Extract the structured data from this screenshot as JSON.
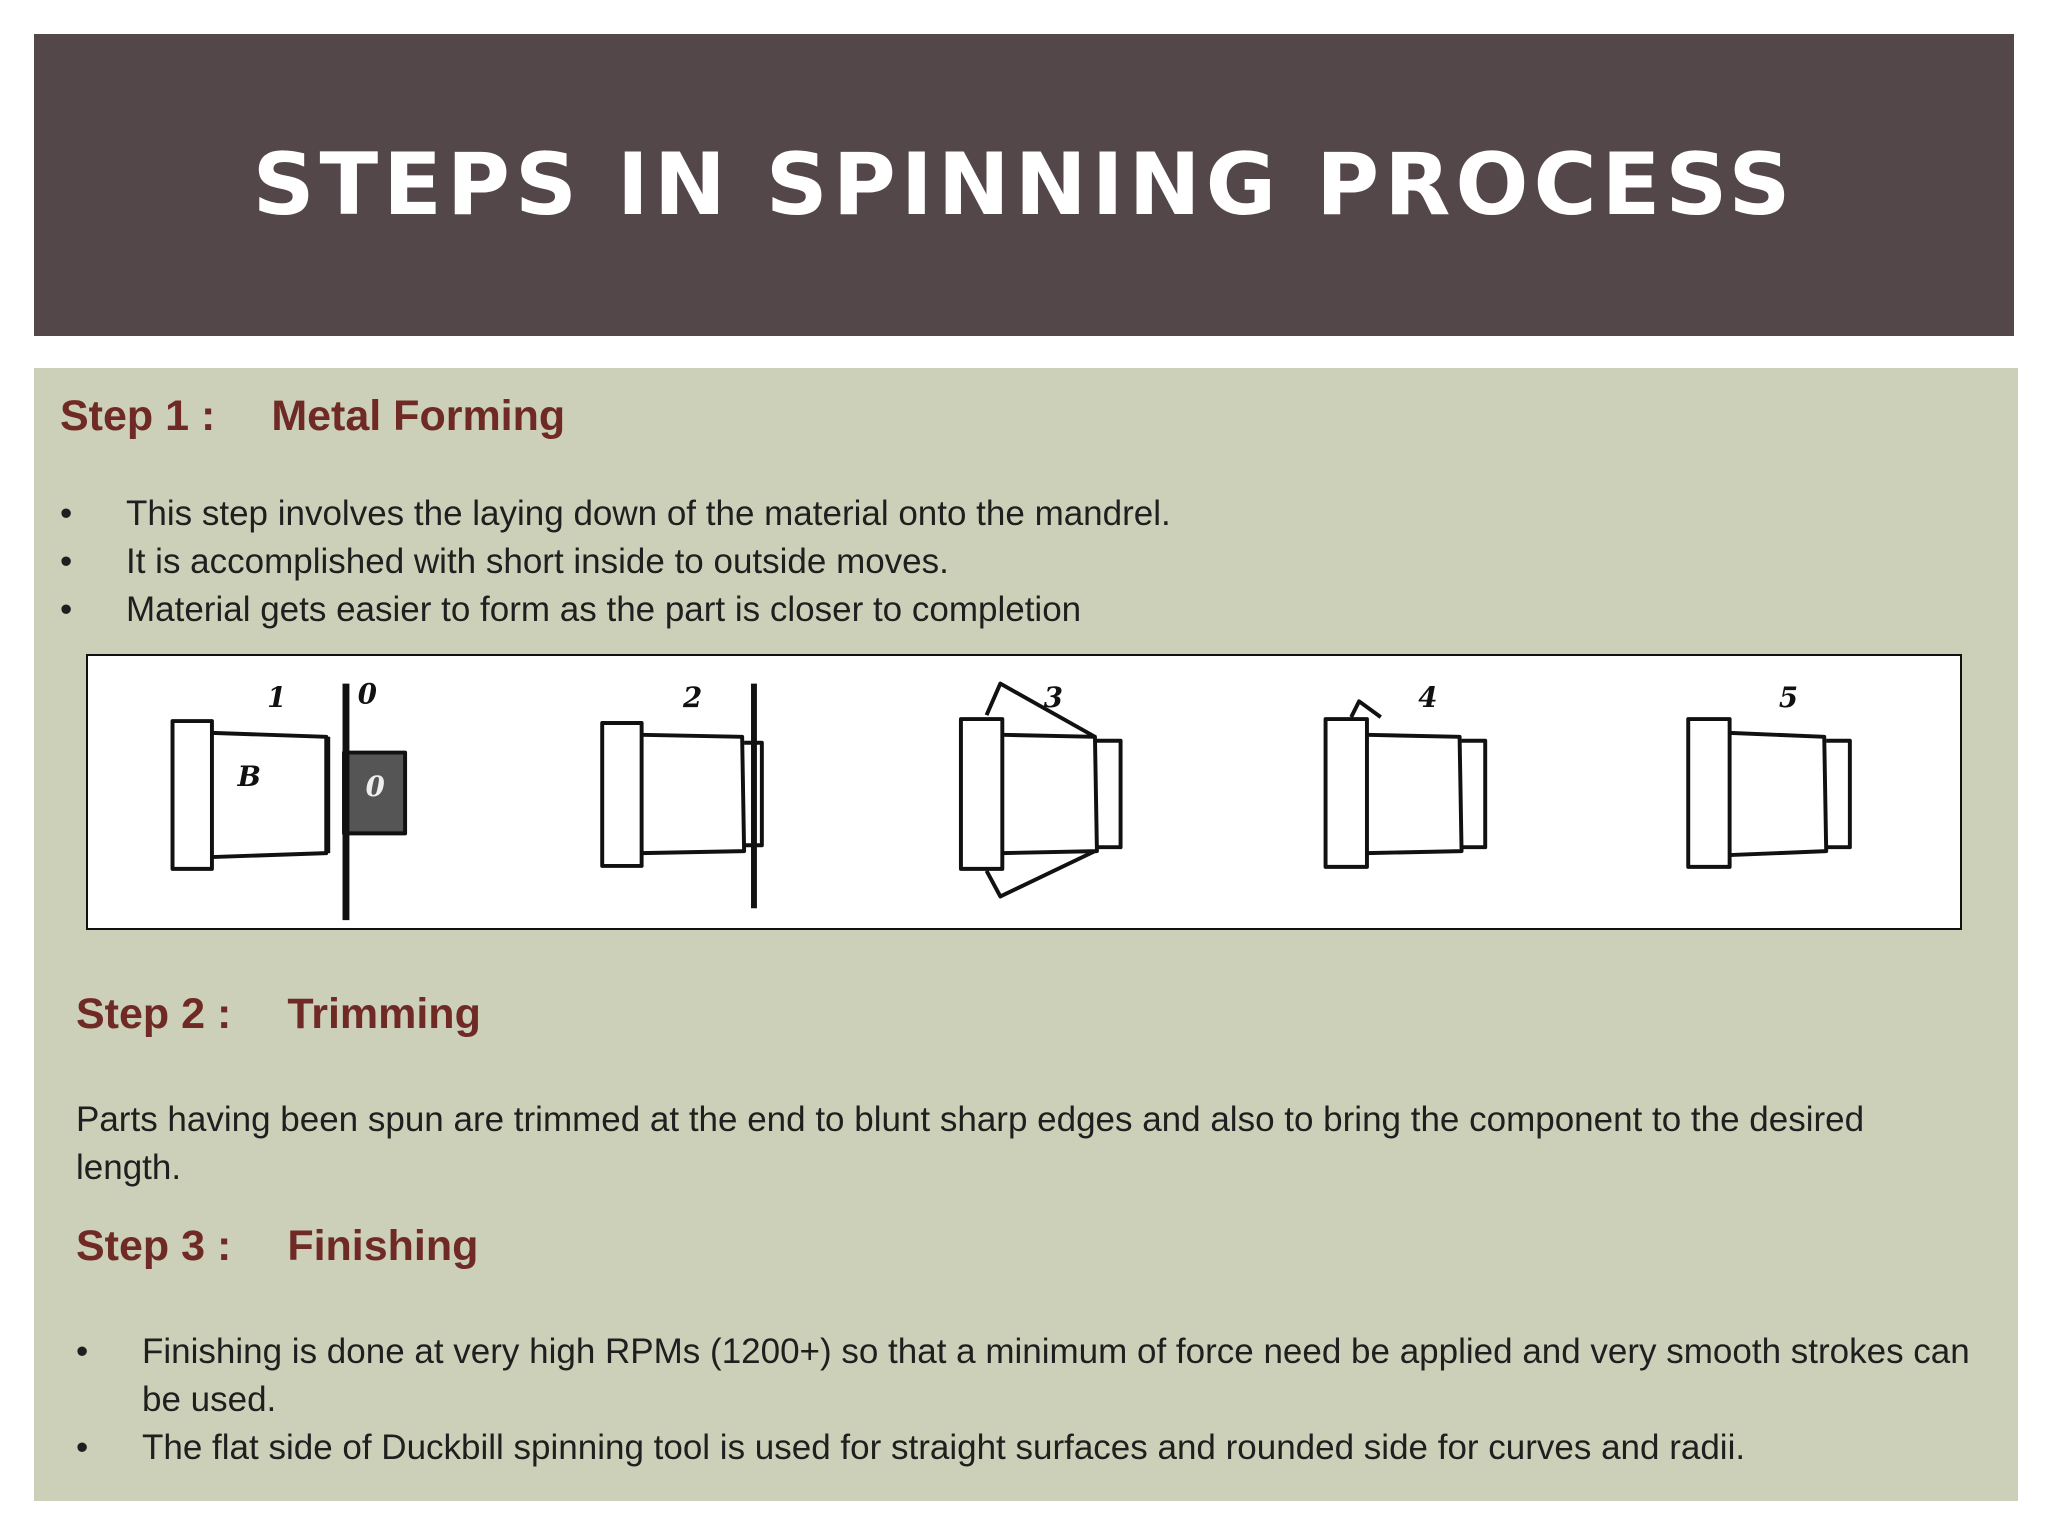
{
  "slide": {
    "title": "STEPS IN SPINNING PROCESS",
    "step1": {
      "label": "Step 1 :",
      "name": "Metal Forming",
      "bullets": [
        "This step involves the laying down of the material onto the mandrel.",
        "It is accomplished with short inside to outside moves.",
        "Material gets easier to form as the part is closer to completion"
      ]
    },
    "figure": {
      "stage_numbers": [
        "1",
        "2",
        "3",
        "4",
        "5"
      ],
      "extra_labels": [
        "0",
        "B",
        "0"
      ]
    },
    "step2": {
      "label": "Step 2 :",
      "name": "Trimming",
      "text": "Parts  having been spun are trimmed at the end to blunt sharp edges and also to bring the component to the desired length."
    },
    "step3": {
      "label": "Step 3 :",
      "name": "Finishing",
      "bullets": [
        "Finishing is done at very high RPMs (1200+) so that a minimum of force need be applied and very smooth strokes can be used.",
        "The flat side of Duckbill spinning tool is used for straight surfaces and rounded side for curves and radii."
      ]
    },
    "colors": {
      "title_bar": "#54474a",
      "content_bg": "#cdd0b9",
      "heading": "#6f2a25",
      "body_text": "#1f1f1f"
    }
  }
}
